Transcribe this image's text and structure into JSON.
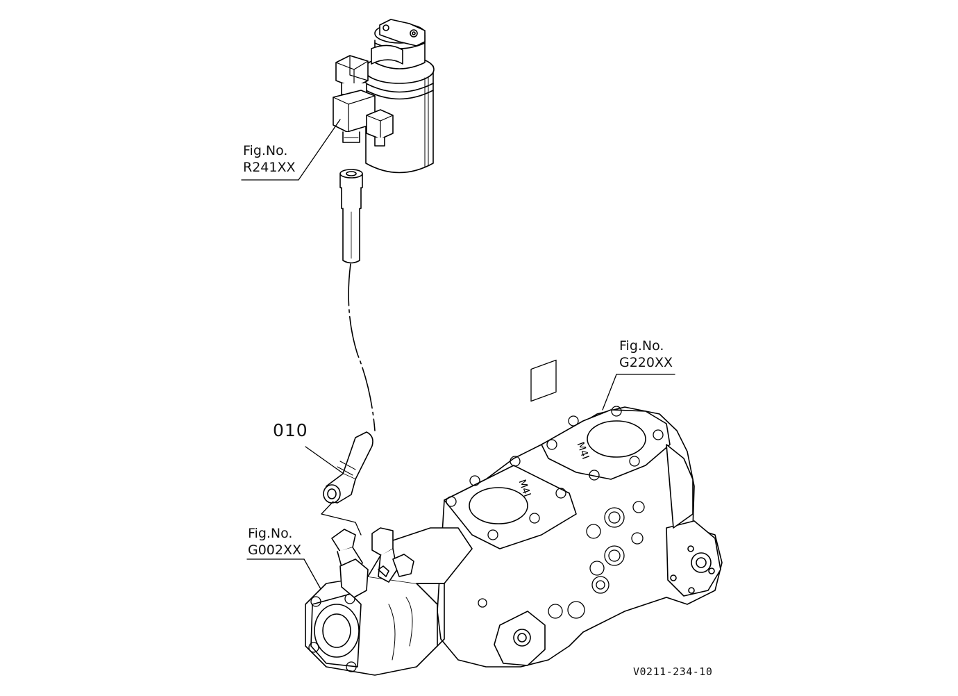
{
  "callouts": {
    "r241": {
      "line1": "Fig.No.",
      "line2": "R241XX"
    },
    "g220": {
      "line1": "Fig.No.",
      "line2": "G220XX"
    },
    "g002": {
      "line1": "Fig.No.",
      "line2": "G002XX"
    }
  },
  "part_number": "010",
  "drawing_code": "V0211-234-10"
}
